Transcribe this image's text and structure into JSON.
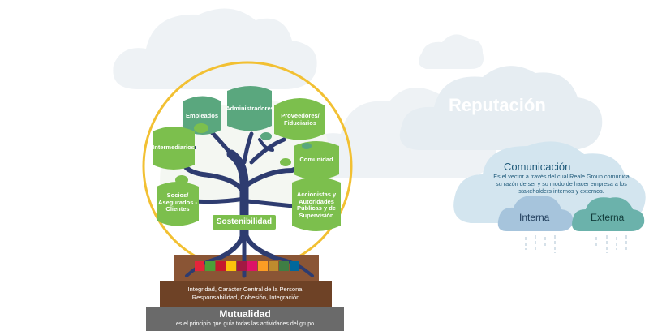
{
  "reputation": {
    "title": "Reputación"
  },
  "communication": {
    "title": "Comunicación",
    "description": "Es el vector a través del cual Reale Group comunica su razón de ser y su modo de hacer empresa a los stakeholders internos y externos.",
    "internal": "Interna",
    "external": "Externa"
  },
  "tree": {
    "trunk_label": "Sostenibilidad",
    "leaves": {
      "empleados": "Empleados",
      "administradores": "Administradores",
      "proveedores": "Proveedores/\nFiduciarios",
      "intermediarios": "Intermediarios",
      "comunidad": "Comunidad",
      "socios": "Socios/\nAsegurados -\nClientes",
      "accionistas": "Accionistas y\nAutoridades\nPúblicas y de\nSupervisión"
    }
  },
  "sdg_icons": [
    {
      "name": "sdg-1-icon",
      "color": "#e5243b"
    },
    {
      "name": "sdg-3-icon",
      "color": "#4c9f38"
    },
    {
      "name": "sdg-4-icon",
      "color": "#c5192d"
    },
    {
      "name": "sdg-7-icon",
      "color": "#fcc30b"
    },
    {
      "name": "sdg-8-icon",
      "color": "#a21942"
    },
    {
      "name": "sdg-10-icon",
      "color": "#dd1367"
    },
    {
      "name": "sdg-11-icon",
      "color": "#fd9d24"
    },
    {
      "name": "sdg-12-icon",
      "color": "#bf8b2e"
    },
    {
      "name": "sdg-13-icon",
      "color": "#3f7e44"
    },
    {
      "name": "sdg-16-icon",
      "color": "#00689d"
    }
  ],
  "values_tier": {
    "text": "Integridad, Carácter Central de la Persona,\nResponsabilidad, Cohesión, Integración"
  },
  "mutuality": {
    "title": "Mutualidad",
    "subtitle": "es el principio que guía todas las actividades del grupo"
  },
  "colors": {
    "leaf": "#7cbf4d",
    "leaf_alt": "#5aa77e",
    "trunk": "#2e3c70",
    "ring": "#f2c032",
    "cloud": "#e9eef2",
    "cloud_blue": "#dbe8f0",
    "brown_top": "#8a5535",
    "brown_mid": "#6e4226",
    "gray_base": "#6a6a6a",
    "comm_title": "#1f5a7a"
  }
}
